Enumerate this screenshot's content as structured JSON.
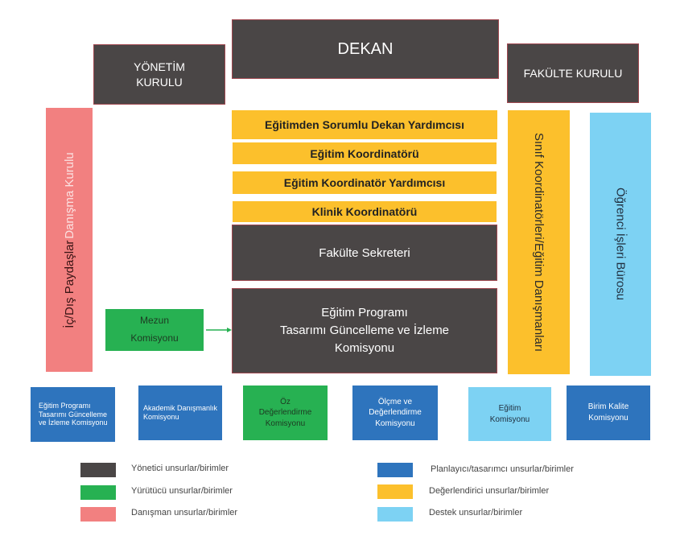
{
  "colors": {
    "management": "#4a4646",
    "executive": "#27b152",
    "advisory": "#f28080",
    "planning": "#2e74bd",
    "evaluation": "#fcc02c",
    "support": "#7dd2f3"
  },
  "top": {
    "dean": "DEKAN",
    "board": "YÖNETİM KURULU",
    "council": "FAKÜLTE KURULU"
  },
  "center": {
    "vice_dean": "Eğitimden Sorumlu Dekan Yardımcısı",
    "coordinator": "Eğitim Koordinatörü",
    "assistant_coordinator": "Eğitim Koordinatör Yardımcısı",
    "clinical_coordinator": "Klinik Koordinatörü",
    "secretary": "Fakülte Sekreteri",
    "program_commission_l1": "Eğitim Programı",
    "program_commission_l2": "Tasarımı Güncelleme ve İzleme",
    "program_commission_l3": "Komisyonu"
  },
  "left": {
    "stakeholders_l1": "İç/Dış Paydaşlar",
    "stakeholders_l2": "Danışma Kurulu",
    "alumni_l1": "Mezun",
    "alumni_l2": "Komisyonu"
  },
  "right": {
    "class_coord_l1": "Sınıf Koordinatörleri/",
    "class_coord_l2": "Eğitim Danışmanları",
    "student_affairs": "Öğrenci İşleri Bürosu"
  },
  "bottom": [
    {
      "label": "Eğitim Programı Tasarımı Güncelleme ve İzleme Komisyonu",
      "type": "planning"
    },
    {
      "label": "Akademik Danışmanlık Komisyonu",
      "type": "planning"
    },
    {
      "label": "Öz Değerlendirme Komisyonu",
      "type": "executive"
    },
    {
      "label": "Ölçme ve Değerlendirme Komisyonu",
      "type": "planning"
    },
    {
      "label": "Eğitim Komisyonu",
      "type": "support"
    },
    {
      "label": "Birim Kalite Komisyonu",
      "type": "planning"
    }
  ],
  "legend": [
    {
      "label": "Yönetici unsurlar/birimler",
      "color": "#4a4646"
    },
    {
      "label": "Yürütücü unsurlar/birimler",
      "color": "#27b152"
    },
    {
      "label": "Danışman unsurlar/birimler",
      "color": "#f28080"
    },
    {
      "label": "Planlayıcı/tasarımcı unsurlar/birimler",
      "color": "#2e74bd"
    },
    {
      "label": "Değerlendirici unsurlar/birimler",
      "color": "#fcc02c"
    },
    {
      "label": "Destek unsurlar/birimler",
      "color": "#7dd2f3"
    }
  ]
}
